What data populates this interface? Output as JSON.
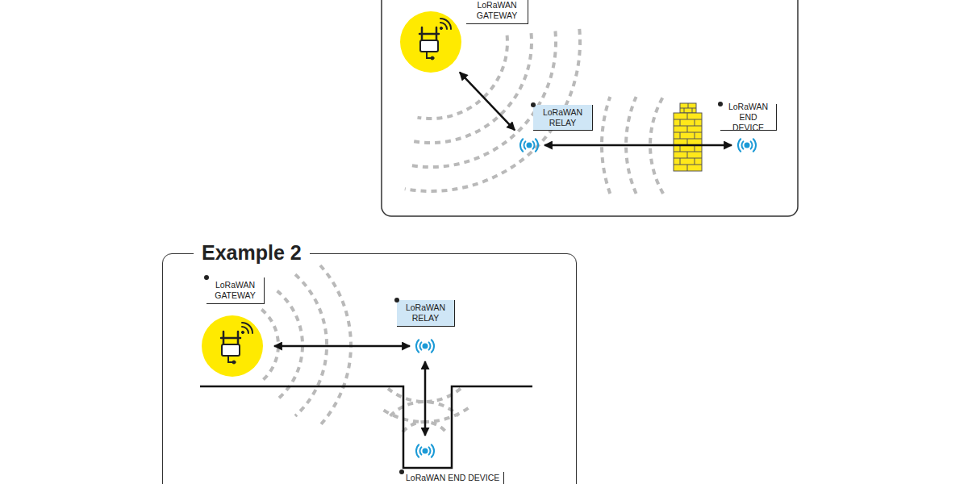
{
  "diagram": {
    "nodes": [
      {
        "text": [
          "LoRaWAN GATEWAY"
        ]
      },
      {
        "text": [
          "LoRaWAN RELAY"
        ]
      },
      {
        "text": [
          "LoRaWAN END DEVICE"
        ]
      },
      {
        "text": [
          "Example 2"
        ]
      },
      {
        "text": [
          "LoRaWAN GATEWAY"
        ],
        "in": 3
      },
      {
        "text": [
          "LoRaWAN RELAY"
        ],
        "in": 3
      },
      {
        "text": [
          "LoRaWAN END DEVICE"
        ],
        "in": 3
      }
    ],
    "edges": [
      {
        "from": 0,
        "to": 1,
        "arrow": "both"
      },
      {
        "from": 1,
        "to": 2,
        "arrow": "both"
      },
      {
        "from": 4,
        "to": 5,
        "arrow": "both"
      },
      {
        "from": 5,
        "to": 6,
        "arrow": "both"
      }
    ]
  }
}
